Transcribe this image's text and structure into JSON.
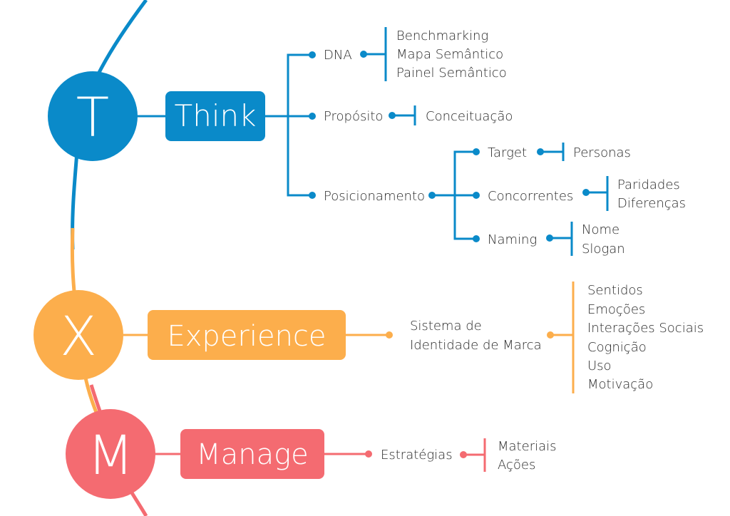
{
  "colors": {
    "think": "#0a8ac9",
    "experience": "#fcae4c",
    "manage": "#f46b71",
    "text": "#2a2a2a"
  },
  "think": {
    "letter": "T",
    "label": "Think",
    "branches": {
      "dna": {
        "label": "DNA",
        "items": [
          "Benchmarking",
          "Mapa Semântico",
          "Painel Semântico"
        ]
      },
      "proposito": {
        "label": "Propósito",
        "items": [
          "Conceituação"
        ]
      },
      "posicionamento": {
        "label": "Posicionamento",
        "target": {
          "label": "Target",
          "items": [
            "Personas"
          ]
        },
        "concorrentes": {
          "label": "Concorrentes",
          "items": [
            "Paridades",
            "Diferenças"
          ]
        },
        "naming": {
          "label": "Naming",
          "items": [
            "Nome",
            "Slogan"
          ]
        }
      }
    }
  },
  "experience": {
    "letter": "X",
    "label": "Experience",
    "branch": {
      "label_line1": "Sistema de",
      "label_line2": "Identidade de Marca",
      "items": [
        "Sentidos",
        "Emoções",
        "Interações Sociais",
        "Cognição",
        "Uso",
        "Motivação"
      ]
    }
  },
  "manage": {
    "letter": "M",
    "label": "Manage",
    "branch": {
      "label": "Estratégias",
      "items": [
        "Materiais",
        "Ações"
      ]
    }
  }
}
